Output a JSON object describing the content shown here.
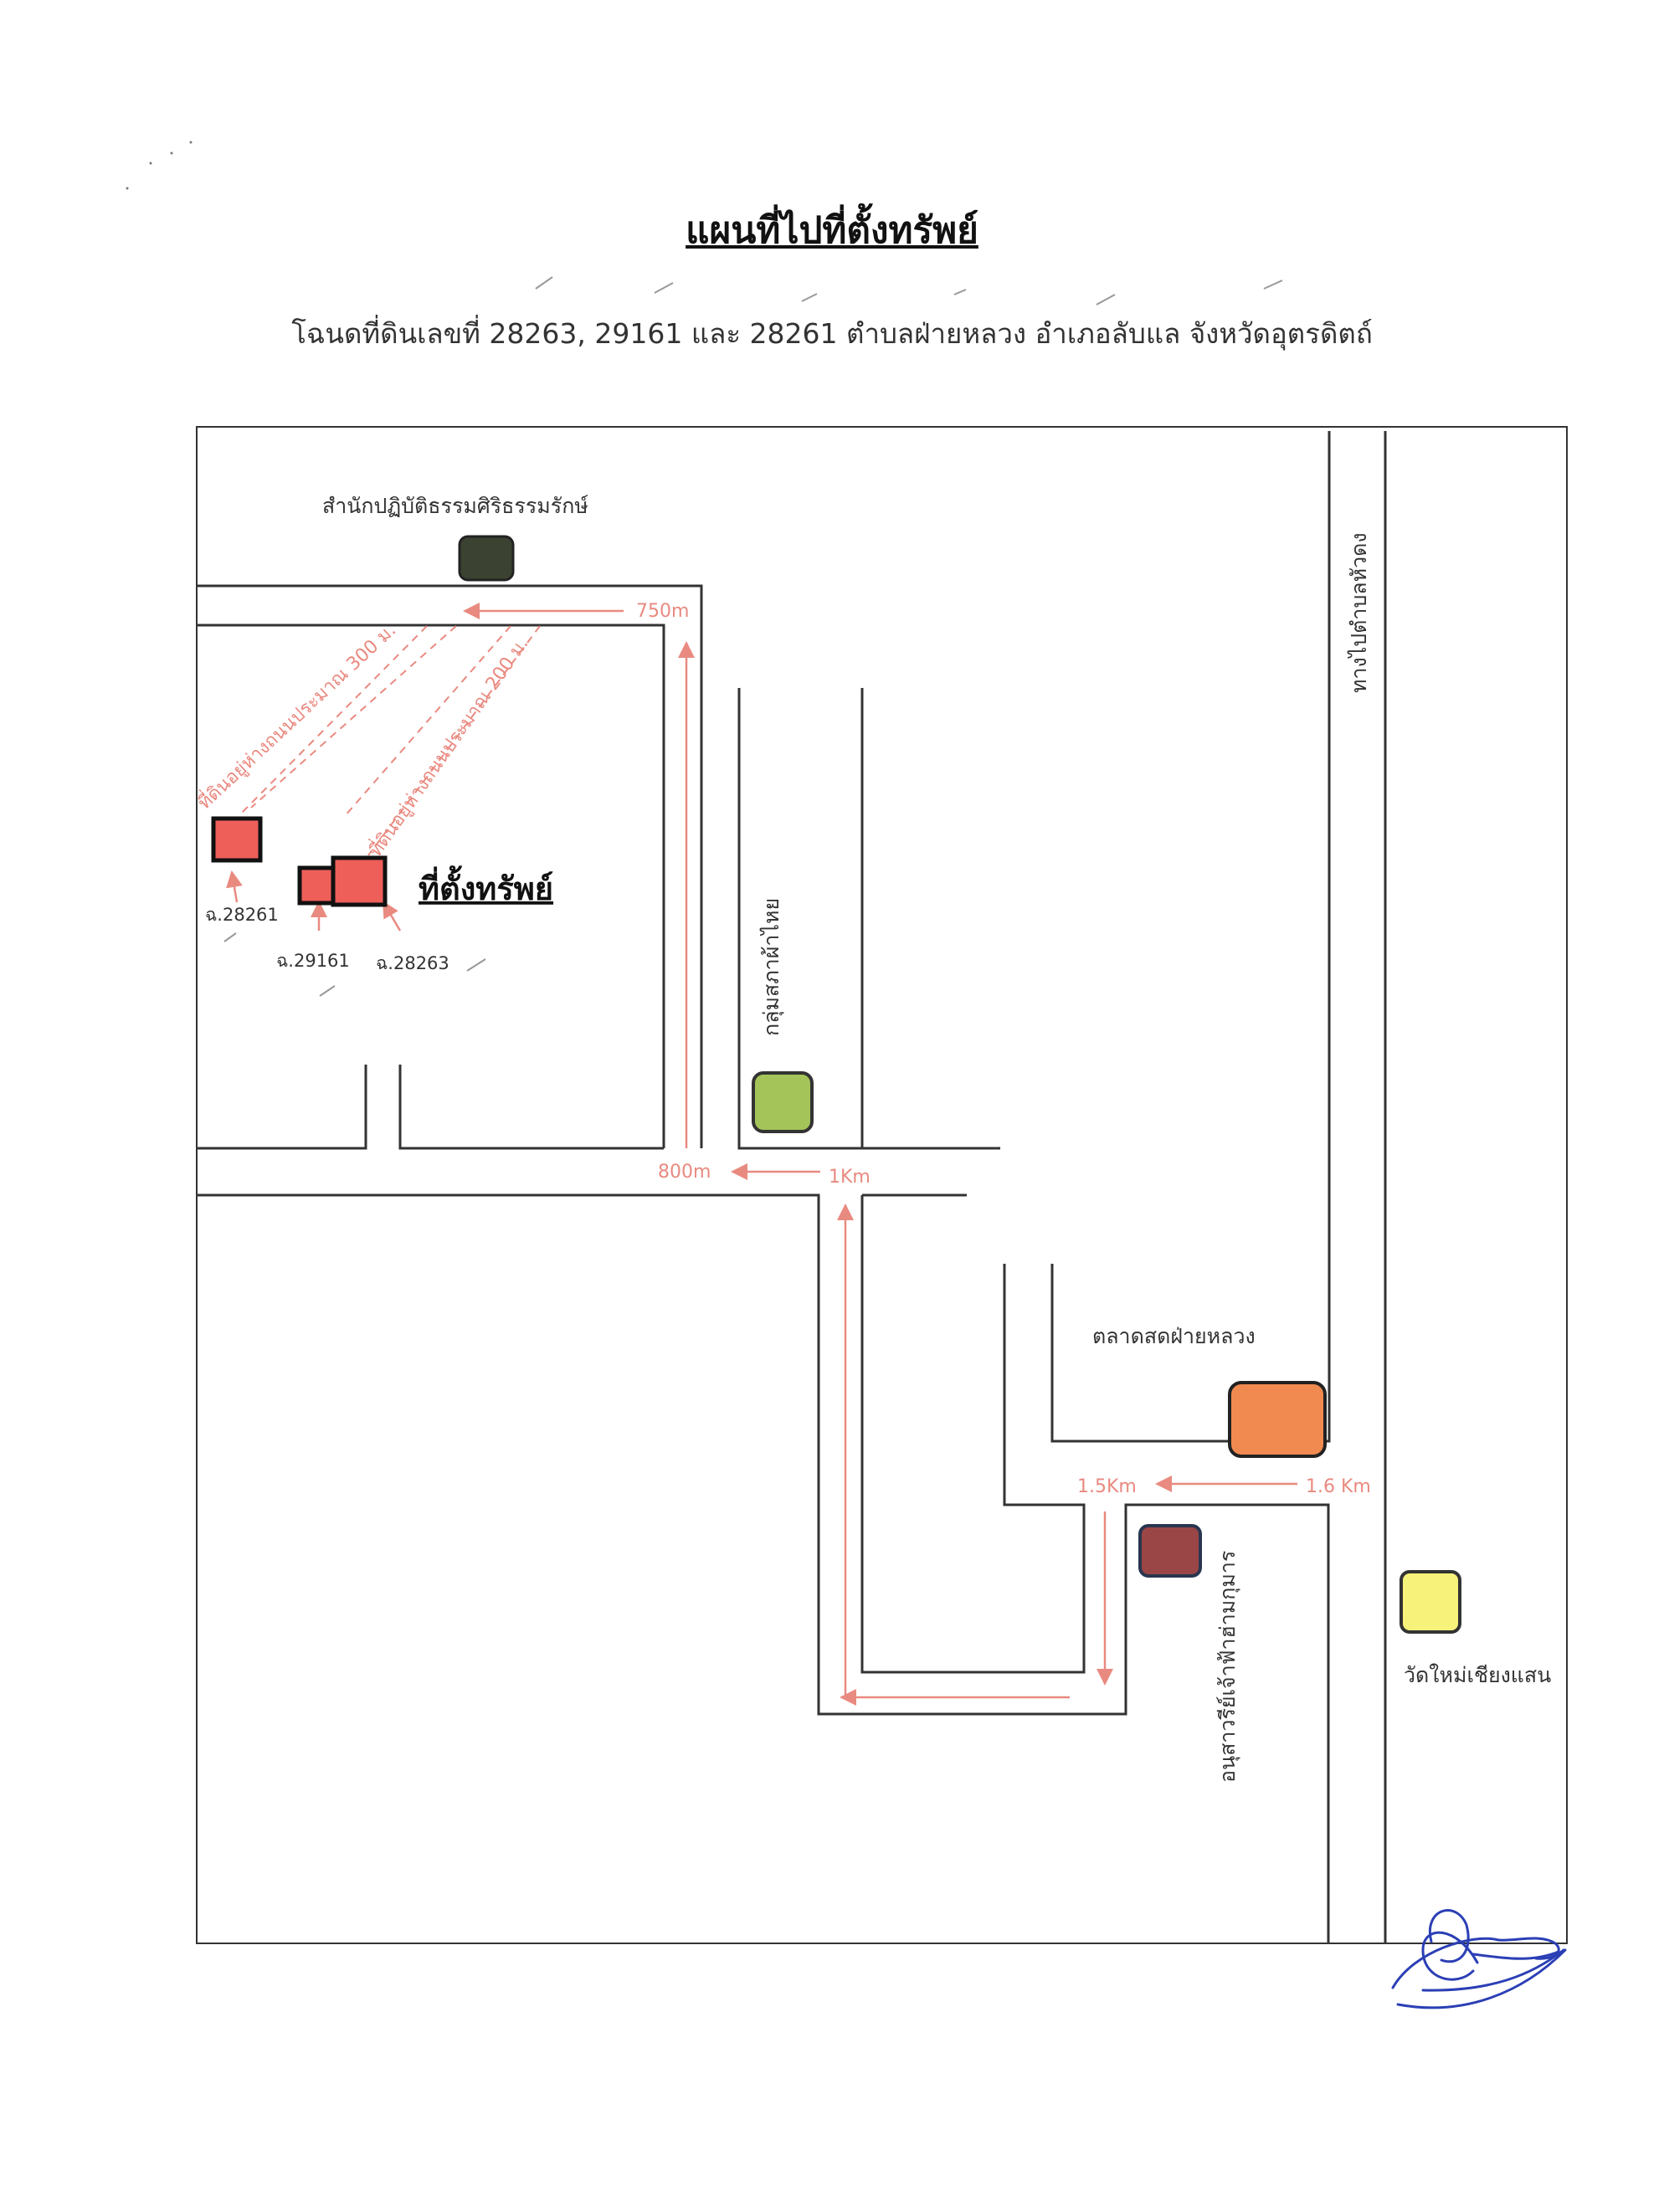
{
  "header": {
    "title": "แผนที่ไปที่ตั้งทรัพย์",
    "subtitle": "โฉนดที่ดินเลขที่ 28263, 29161 และ 28261 ตำบลฝ่ายหลวง อำเภอลับแล จังหวัดอุตรดิตถ์"
  },
  "landmarks": {
    "practice_center": "สำนักปฏิบัติธรรมศิริธรรมรักษ์",
    "weaving_group": "กลุ่มสภาผ้าไหย",
    "fresh_market": "ตลาดสดฝ่ายหลวง",
    "monument": "อนุสาวรีย์เจ้าฟ้าฮ่ามกุมาร",
    "temple": "วัดใหม่เชียงแสน",
    "road_to": "ทางไปตำบลหัวดง",
    "property": "ที่ตั้งทรัพย์"
  },
  "parcels": {
    "p1": "ฉ.28261",
    "p2": "ฉ.29161",
    "p3": "ฉ.28263"
  },
  "distances": {
    "d750": "750m",
    "d800": "800m",
    "d1k": "1Km",
    "d15": "1.5Km",
    "d16": "1.6 Km"
  },
  "notes": {
    "n300": "ที่ดินอยู่ห่างถนนประมาณ 300 ม.",
    "n200": "ที่ดินอยู่ห่างถนนประมาณ 200 ม."
  },
  "colors": {
    "route": "#e98a80",
    "parcel": "#ee5f5a",
    "practice_center": "#3c4231",
    "weaving_group": "#a4c45a",
    "fresh_market": "#f18a50",
    "monument": "#9b4646",
    "temple": "#f7f27a"
  }
}
